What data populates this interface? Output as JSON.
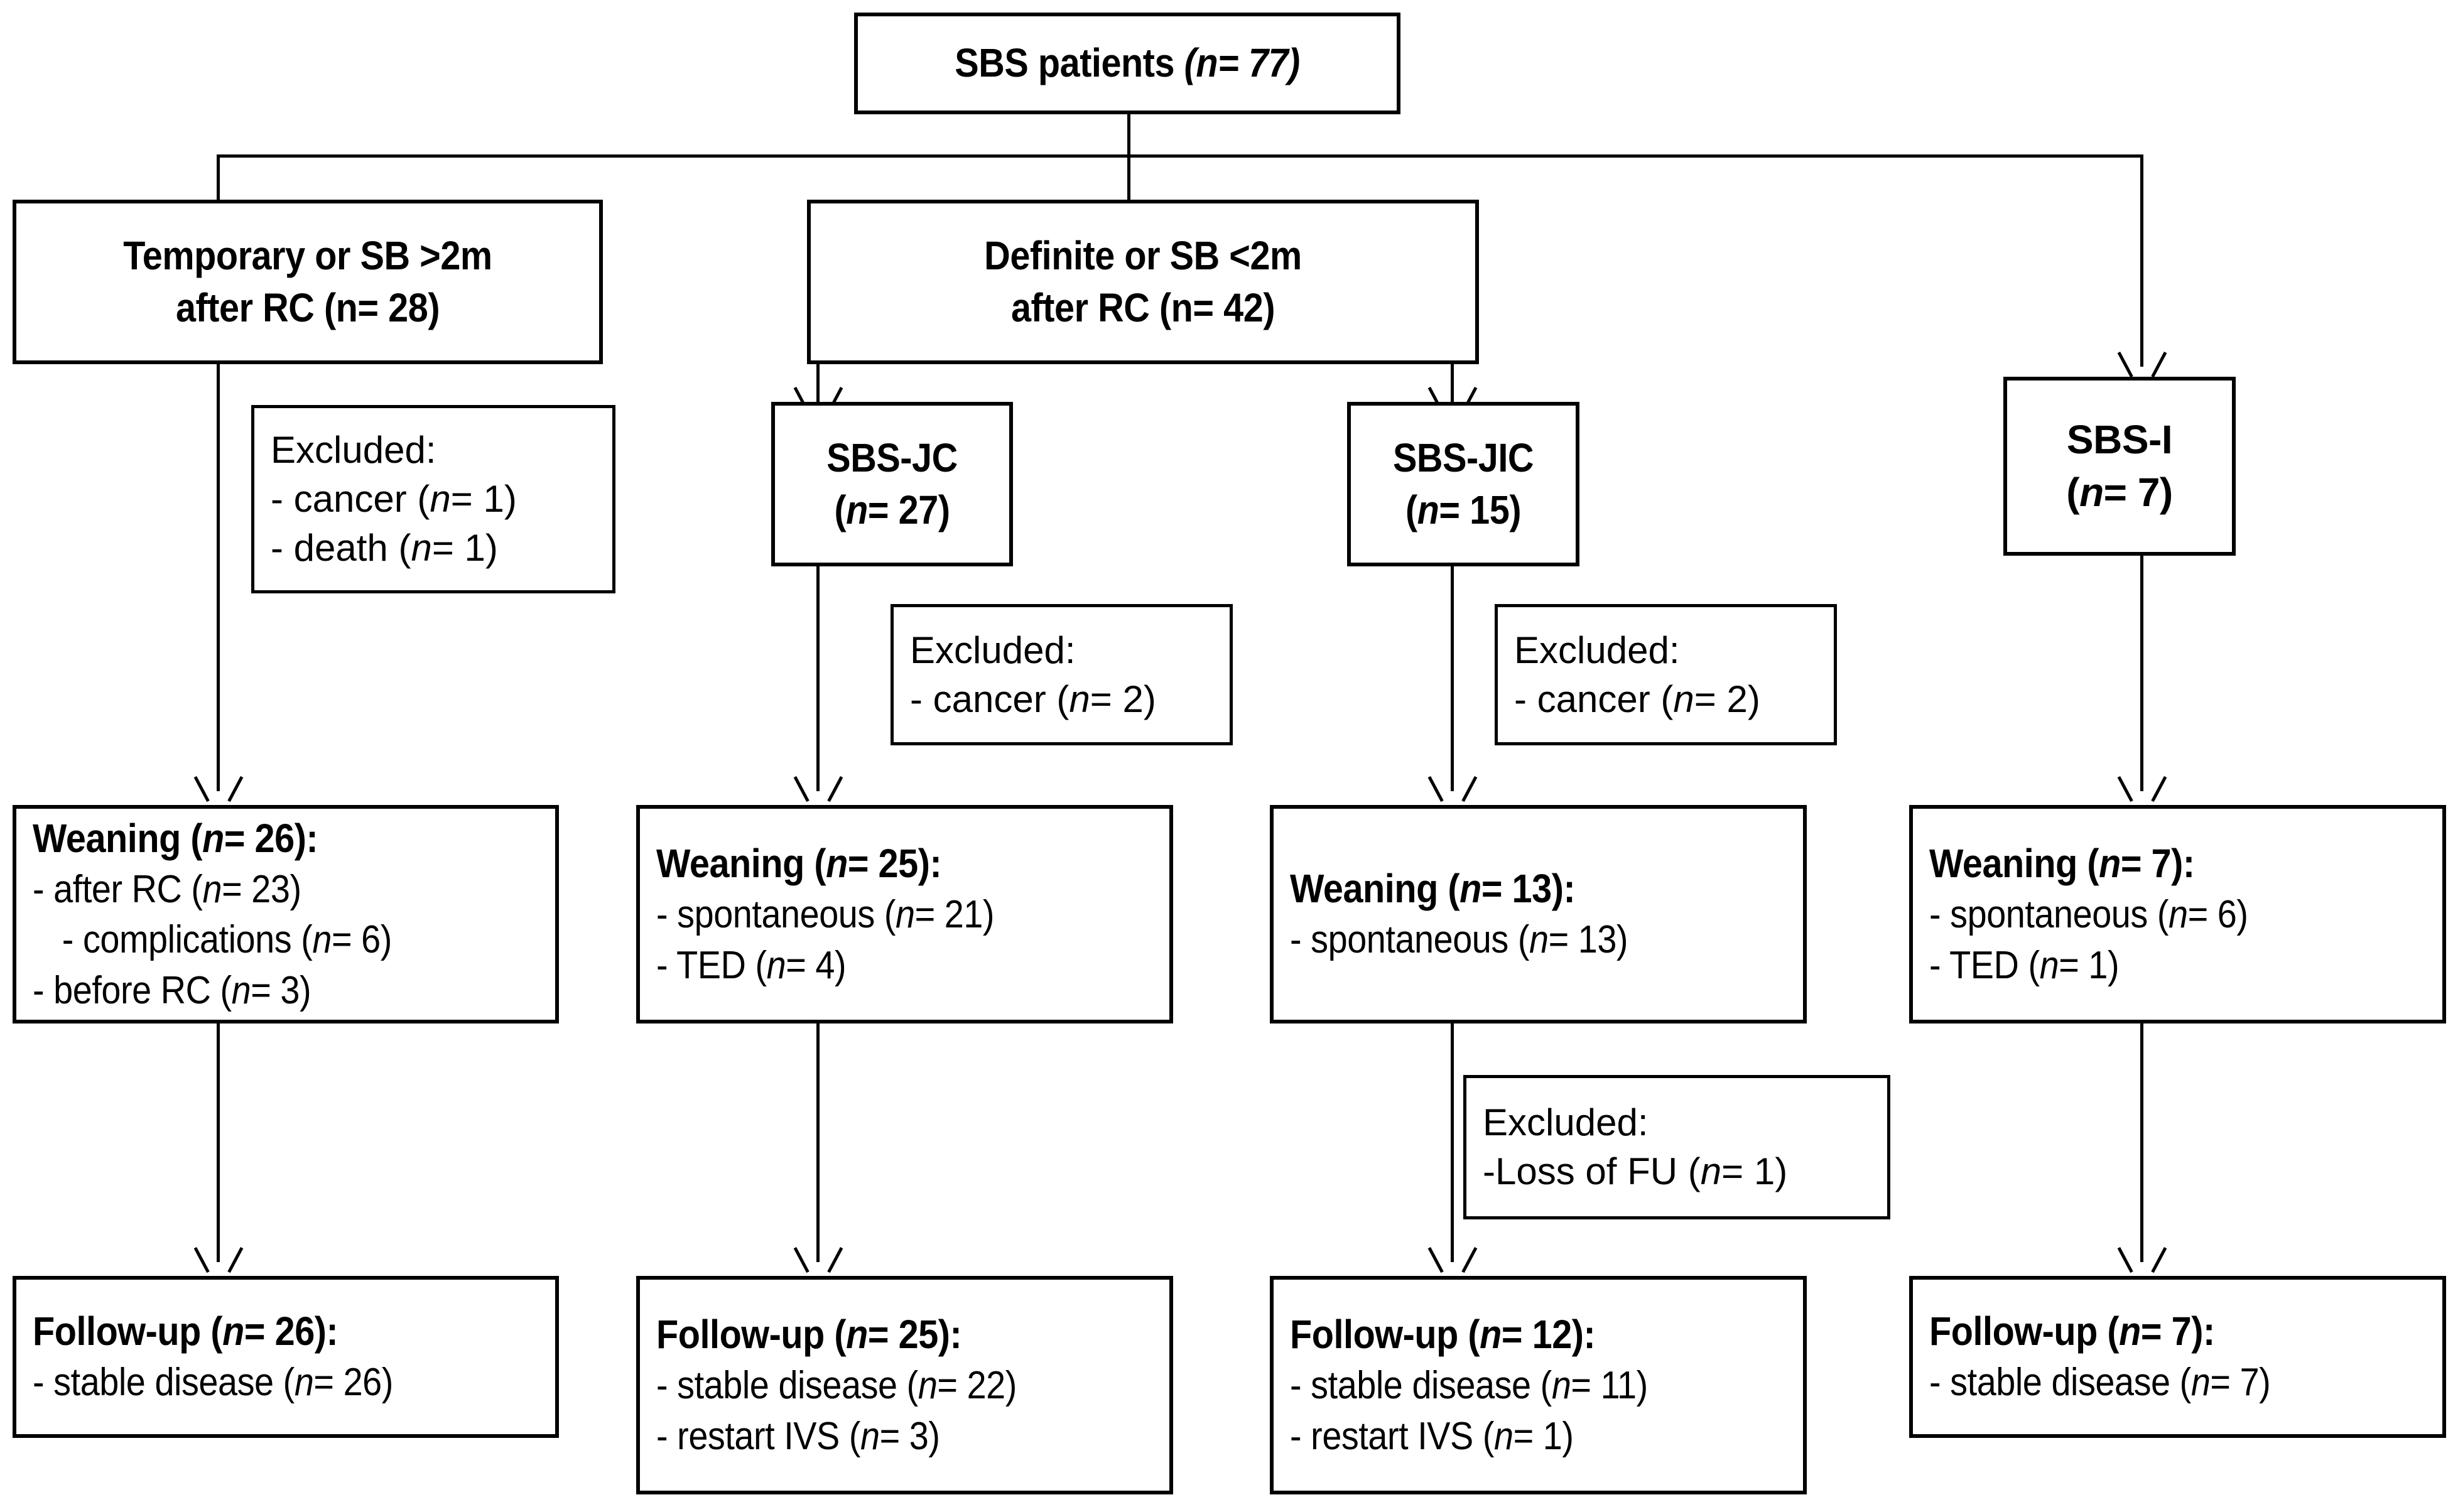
{
  "diagram": {
    "title": "SBS patient flow diagram",
    "line_color": "#000000",
    "box_border_color": "#000000",
    "background_color": "#ffffff"
  },
  "nodes": {
    "root": {
      "lines": [
        "SBS patients (n= 77)"
      ],
      "text": "SBS patients (n= 77)",
      "head": "SBS patients",
      "count": "(n= 77)"
    },
    "branch_temporary": {
      "line1": "Temporary or SB >2m",
      "line2": "after RC (n= 28)"
    },
    "branch_definite": {
      "line1": "Definite or SB <2m",
      "line2": "after RC (n= 42)"
    },
    "excluded_temporary": {
      "line1": "Excluded:",
      "line2": "- cancer (n= 1)",
      "line3": "- death (n= 1)"
    },
    "sbs_jc": {
      "line1": "SBS-JC",
      "line2": "(n= 27)"
    },
    "sbs_jic": {
      "line1": "SBS-JIC",
      "line2": "(n= 15)"
    },
    "sbs_i": {
      "line1": "SBS-I",
      "line2": "(n= 7)"
    },
    "excluded_jc": {
      "line1": "Excluded:",
      "line2": "- cancer (n= 2)"
    },
    "excluded_jic": {
      "line1": "Excluded:",
      "line2": "- cancer (n= 2)"
    },
    "excluded_fu": {
      "line1": "Excluded:",
      "line2": "-Loss of FU (n= 1)"
    },
    "weaning_temporary": {
      "line1": "Weaning (n= 26):",
      "line2": "- after RC (n= 23)",
      "line3": "- complications (n= 6)",
      "line4": "- before RC (n= 3)"
    },
    "weaning_jc": {
      "line1": "Weaning (n= 25):",
      "line2": "- spontaneous (n= 21)",
      "line3": "- TED (n= 4)"
    },
    "weaning_jic": {
      "line1": "Weaning (n= 13):",
      "line2": "- spontaneous (n= 13)"
    },
    "weaning_i": {
      "line1": "Weaning (n= 7):",
      "line2": "- spontaneous (n= 6)",
      "line3": "- TED (n= 1)"
    },
    "followup_temporary": {
      "line1": "Follow-up (n= 26):",
      "line2": "- stable disease (n= 26)"
    },
    "followup_jc": {
      "line1": "Follow-up (n= 25):",
      "line2": "- stable disease (n= 22)",
      "line3": "- restart IVS (n= 3)"
    },
    "followup_jic": {
      "line1": "Follow-up (n= 12):",
      "line2": "- stable disease (n= 11)",
      "line3": "- restart IVS (n= 1)"
    },
    "followup_i": {
      "line1": "Follow-up (n= 7):",
      "line2": "- stable disease (n= 7)"
    }
  },
  "flow_data": {
    "type": "flowchart",
    "total_patients": 77,
    "branches": [
      {
        "label": "Temporary or SB >2m after RC",
        "n": 28,
        "excluded": [
          {
            "reason": "cancer",
            "n": 1
          },
          {
            "reason": "death",
            "n": 1
          }
        ],
        "weaning": {
          "n": 26,
          "detail": [
            {
              "label": "after RC",
              "n": 23
            },
            {
              "label": "complications",
              "n": 6
            },
            {
              "label": "before RC",
              "n": 3
            }
          ]
        },
        "followup": {
          "n": 26,
          "detail": [
            {
              "label": "stable disease",
              "n": 26
            }
          ]
        }
      },
      {
        "label": "SBS-JC",
        "n": 27,
        "parent": "Definite or SB <2m after RC (n= 42)",
        "excluded": [
          {
            "reason": "cancer",
            "n": 2
          }
        ],
        "weaning": {
          "n": 25,
          "detail": [
            {
              "label": "spontaneous",
              "n": 21
            },
            {
              "label": "TED",
              "n": 4
            }
          ]
        },
        "followup": {
          "n": 25,
          "detail": [
            {
              "label": "stable disease",
              "n": 22
            },
            {
              "label": "restart IVS",
              "n": 3
            }
          ]
        }
      },
      {
        "label": "SBS-JIC",
        "n": 15,
        "parent": "Definite or SB <2m after RC (n= 42)",
        "excluded": [
          {
            "reason": "cancer",
            "n": 2
          },
          {
            "reason": "Loss of FU",
            "n": 1
          }
        ],
        "weaning": {
          "n": 13,
          "detail": [
            {
              "label": "spontaneous",
              "n": 13
            }
          ]
        },
        "followup": {
          "n": 12,
          "detail": [
            {
              "label": "stable disease",
              "n": 11
            },
            {
              "label": "restart IVS",
              "n": 1
            }
          ]
        }
      },
      {
        "label": "SBS-I",
        "n": 7,
        "excluded": [],
        "weaning": {
          "n": 7,
          "detail": [
            {
              "label": "spontaneous",
              "n": 6
            },
            {
              "label": "TED",
              "n": 1
            }
          ]
        },
        "followup": {
          "n": 7,
          "detail": [
            {
              "label": "stable disease",
              "n": 7
            }
          ]
        }
      }
    ]
  }
}
